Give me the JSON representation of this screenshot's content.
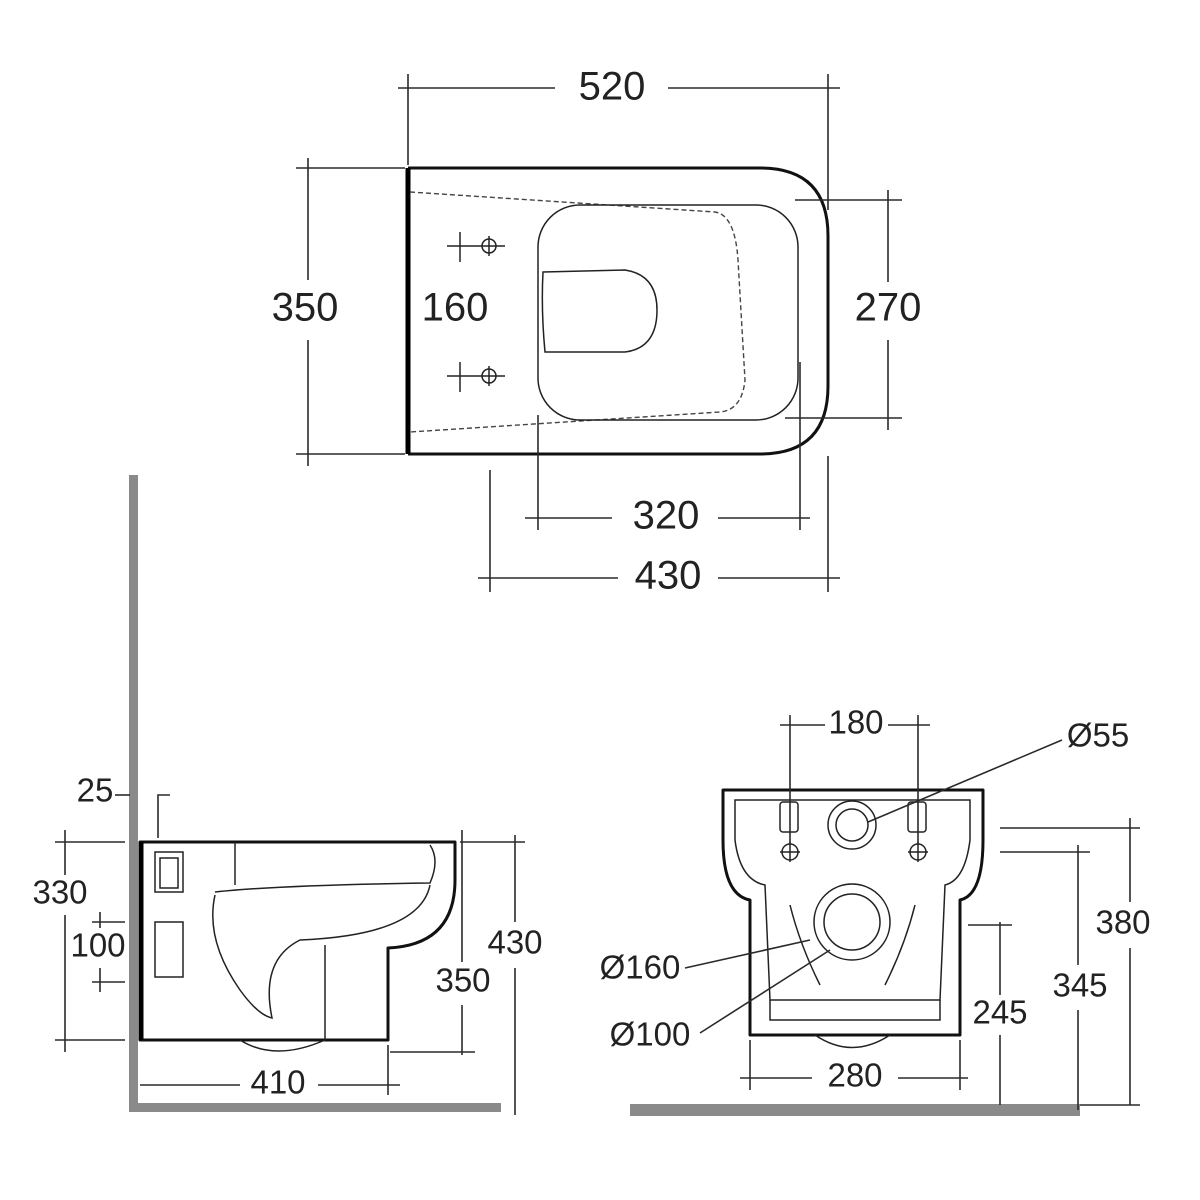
{
  "top_view": {
    "overall_length": "520",
    "overall_width": "350",
    "fixing_centres": "160",
    "seat_width": "270",
    "seat_length": "320",
    "projection": "430"
  },
  "side_view": {
    "wall_gap": "25",
    "rim_to_fixing": "330",
    "waste_height": "100",
    "pan_height": "350",
    "rim_height": "430",
    "depth": "410"
  },
  "rear_view": {
    "fixing_centres": "180",
    "inlet_diameter": "Ø55",
    "outlet_outer_diameter": "Ø160",
    "outlet_inner_diameter": "Ø100",
    "base_width": "280",
    "outlet_height": "245",
    "fixing_height": "345",
    "rim_height": "380"
  },
  "colors": {
    "line": "#111111",
    "wall": "#8a8a8a"
  }
}
